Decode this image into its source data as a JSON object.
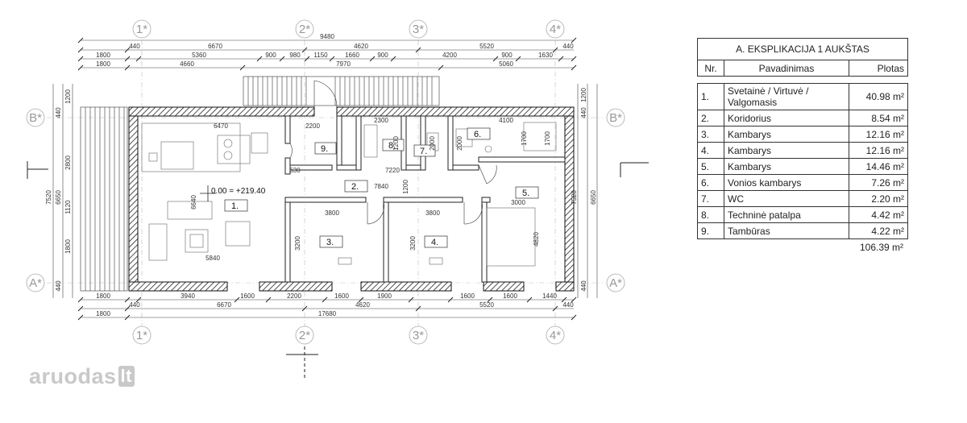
{
  "axes": {
    "columns": [
      "1*",
      "2*",
      "3*",
      "4*"
    ],
    "rows": [
      "B*",
      "A*"
    ]
  },
  "dims_top": {
    "row1": [
      "9480"
    ],
    "row2": [
      "6670",
      "4620",
      "5520"
    ],
    "row3": [
      "1800",
      "440",
      "5360",
      "900",
      "980",
      "1150",
      "1660",
      "900",
      "4200",
      "900",
      "1630",
      "440"
    ],
    "row4": [
      "1800",
      "4660",
      "7970",
      "5060"
    ]
  },
  "dims_bottom": {
    "row1": [
      "1800",
      "440",
      "3940",
      "1600",
      "2200",
      "1600",
      "1900",
      "1600",
      "1600",
      "1440",
      "440"
    ],
    "row2": [
      "6670",
      "4620",
      "5520"
    ],
    "row3": [
      "1800",
      "17680"
    ]
  },
  "dims_left": [
    "1200",
    "440",
    "2800",
    "1120",
    "1800",
    "440",
    "7520",
    "6650"
  ],
  "dims_right": [
    "1200",
    "440",
    "1700",
    "7520",
    "6650",
    "440"
  ],
  "dims_inner": [
    "6470",
    "2200",
    "2300",
    "4100",
    "630",
    "7220",
    "1700",
    "2000",
    "2000",
    "1200",
    "7840",
    "3800",
    "3800",
    "3000",
    "6640",
    "4820",
    "3200",
    "3200",
    "5840",
    "1200"
  ],
  "level_mark": "0.00 = +219.40",
  "room_labels": [
    "1.",
    "2.",
    "3.",
    "4.",
    "5.",
    "6.",
    "7.",
    "8.",
    "9."
  ],
  "legend": {
    "title": "A. EKSPLIKACIJA 1 AUKŠTAS",
    "headers": [
      "Nr.",
      "Pavadinimas",
      "Plotas"
    ],
    "rows": [
      {
        "nr": "1.",
        "name": "Svetainė / Virtuvė / Valgomasis",
        "area": "40.98 m²"
      },
      {
        "nr": "2.",
        "name": "Koridorius",
        "area": "8.54 m²"
      },
      {
        "nr": "3.",
        "name": "Kambarys",
        "area": "12.16 m²"
      },
      {
        "nr": "4.",
        "name": "Kambarys",
        "area": "12.16 m²"
      },
      {
        "nr": "5.",
        "name": "Kambarys",
        "area": "14.46 m²"
      },
      {
        "nr": "6.",
        "name": "Vonios kambarys",
        "area": "7.26 m²"
      },
      {
        "nr": "7.",
        "name": "WC",
        "area": "2.20 m²"
      },
      {
        "nr": "8.",
        "name": "Techninė patalpa",
        "area": "4.42 m²"
      },
      {
        "nr": "9.",
        "name": "Tambūras",
        "area": "4.22 m²"
      }
    ],
    "total": "106.39 m²"
  },
  "watermark": {
    "text": "aruodas",
    "suffix": "lt"
  }
}
